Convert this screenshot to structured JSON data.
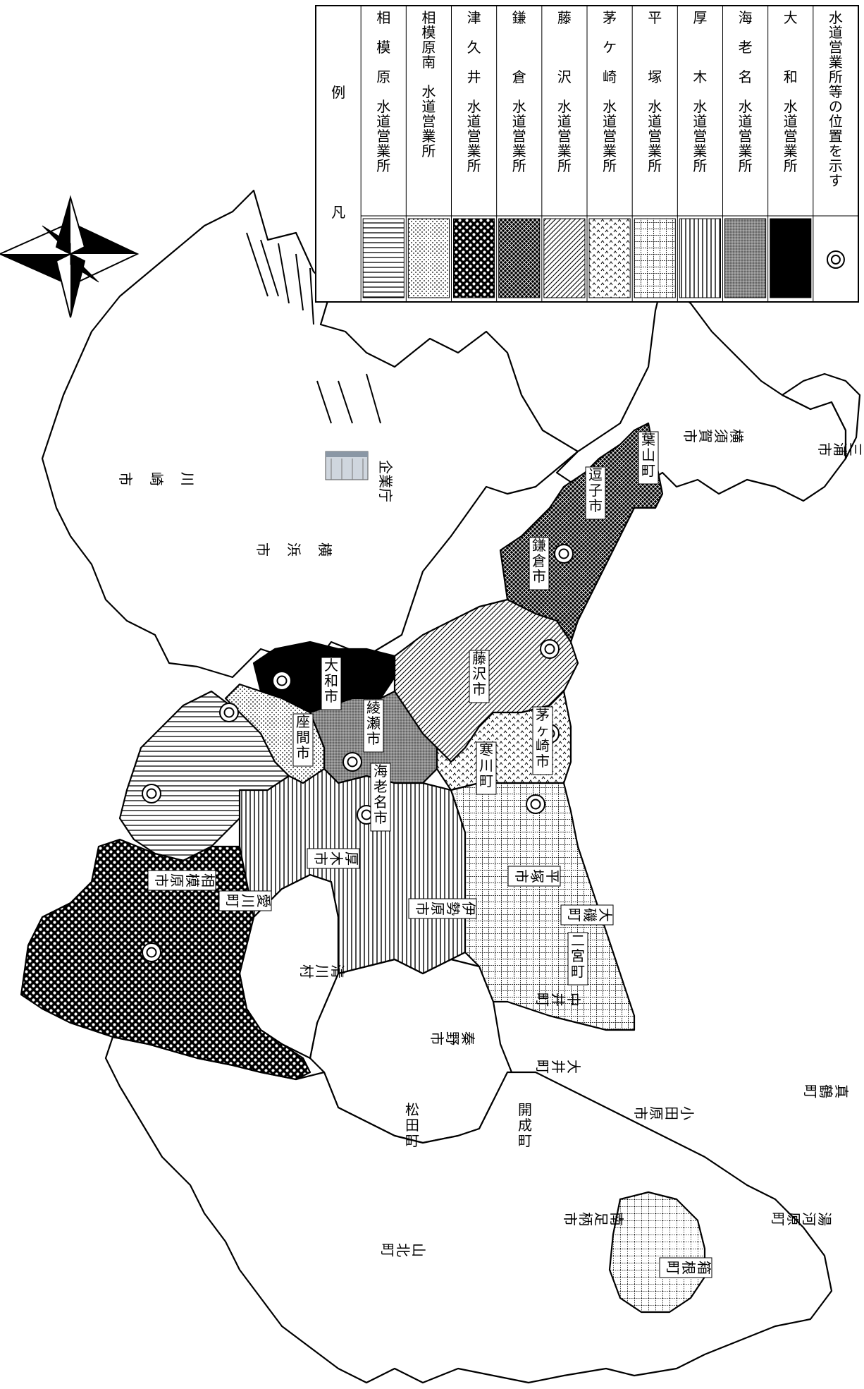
{
  "legend": {
    "title_left": "凡",
    "title_right": "例",
    "rows": [
      {
        "name": "相　模　原",
        "suffix": "水道営業所",
        "pattern": "hlines"
      },
      {
        "name": "相模原南",
        "suffix": "水道営業所",
        "pattern": "dots"
      },
      {
        "name": "津　久　井",
        "suffix": "水道営業所",
        "pattern": "checkdots"
      },
      {
        "name": "鎌　　　倉",
        "suffix": "水道営業所",
        "pattern": "darkcross"
      },
      {
        "name": "藤　　　沢",
        "suffix": "水道営業所",
        "pattern": "diag"
      },
      {
        "name": "茅　ケ　崎",
        "suffix": "水道営業所",
        "pattern": "carets"
      },
      {
        "name": "平　　　塚",
        "suffix": "水道営業所",
        "pattern": "grid"
      },
      {
        "name": "厚　　　木",
        "suffix": "水道営業所",
        "pattern": "vlines"
      },
      {
        "name": "海　老　名",
        "suffix": "水道営業所",
        "pattern": "gray"
      },
      {
        "name": "大　　　和",
        "suffix": "水道営業所",
        "pattern": "black"
      }
    ],
    "office_marker_note": "水道営業所等の位置を示す"
  },
  "hq_label": "企業庁",
  "places": {
    "kawasaki": "川　崎　市",
    "yokohama": "横　浜　市",
    "yokosuka": "横須賀市",
    "miura": "三浦市",
    "hayama": "葉山町",
    "zushi": "逗子市",
    "kamakura": "鎌倉市",
    "fujisawa": "藤沢市",
    "yamato": "大和市",
    "ayase": "綾瀬市",
    "ebina": "海老名市",
    "zama": "座間市",
    "chigasaki": "茅ヶ崎市",
    "samukawa": "寒川町",
    "sagamihara": "相模原市",
    "atsugi": "厚木市",
    "aikawa": "愛川町",
    "kiyokawa": "清川村",
    "isehara": "伊勢原市",
    "hiratsuka": "平塚市",
    "oiso": "大磯町",
    "ninomiya": "二宮町",
    "hadano": "秦野市",
    "nakai": "中井町",
    "oi": "大井町",
    "matsuda": "松田町",
    "kaisei": "開成町",
    "yamakita": "山北町",
    "minamiashigara": "南足柄市",
    "odawara": "小田原市",
    "manazuru": "真鶴町",
    "yugawara": "湯河原町",
    "hakone": "箱根町"
  }
}
